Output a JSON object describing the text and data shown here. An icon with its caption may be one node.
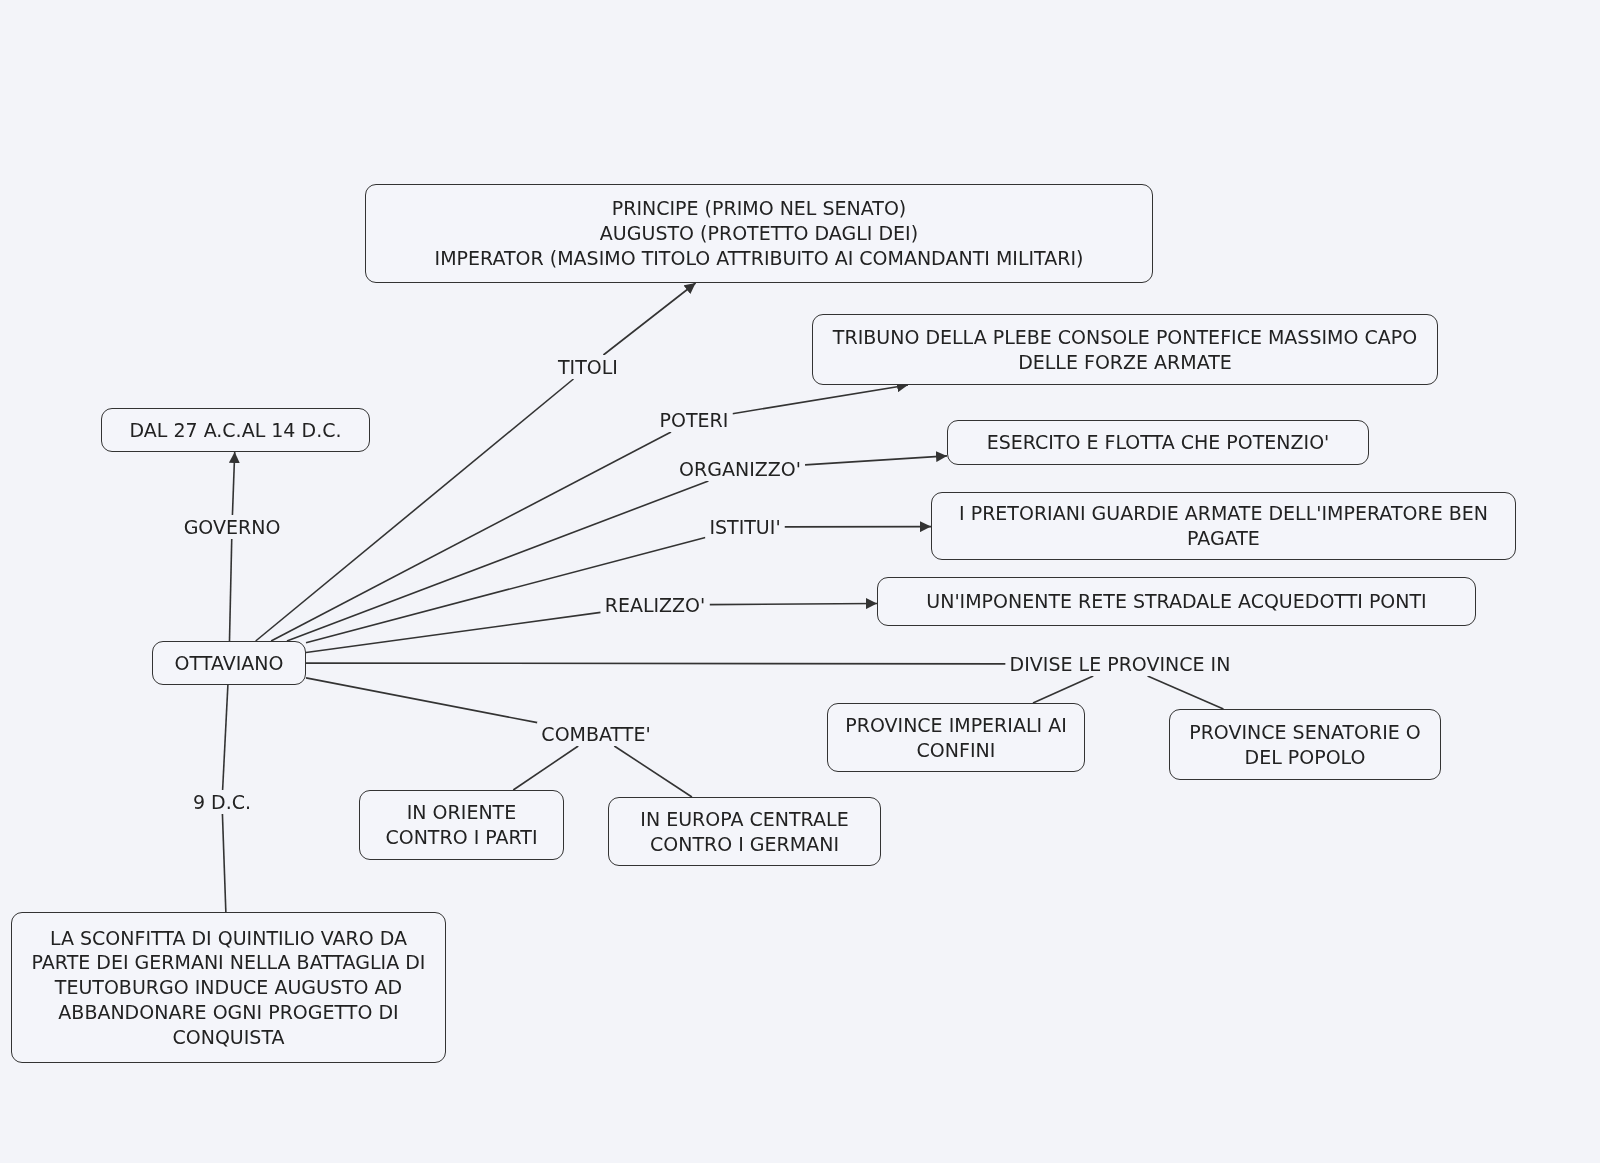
{
  "diagram": {
    "nodes": [
      {
        "text": [
          "PRINCIPE (PRIMO NEL SENATO)",
          "AUGUSTO (PROTETTO DAGLI DEI)",
          "IMPERATOR (MASIMO TITOLO ATTRIBUITO AI COMANDANTI MILITARI)"
        ]
      },
      {
        "text": [
          "TRIBUNO DELLA PLEBE CONSOLE PONTEFICE MASSIMO CAPO DELLE FORZE ARMATE"
        ]
      },
      {
        "text": [
          "TITOLI"
        ]
      },
      {
        "text": [
          "DAL 27 A.C.AL 14 D.C."
        ]
      },
      {
        "text": [
          "POTERI"
        ]
      },
      {
        "text": [
          "ESERCITO E FLOTTA CHE POTENZIO'"
        ]
      },
      {
        "text": [
          "ORGANIZZO'"
        ]
      },
      {
        "text": [
          "ISTITUI'"
        ]
      },
      {
        "text": [
          "I PRETORIANI GUARDIE ARMATE DELL'IMPERATORE BEN PAGATE"
        ]
      },
      {
        "text": [
          "GOVERNO"
        ]
      },
      {
        "text": [
          "REALIZZO'"
        ]
      },
      {
        "text": [
          "UN'IMPONENTE RETE STRADALE ACQUEDOTTI PONTI"
        ]
      },
      {
        "text": [
          "OTTAVIANO"
        ]
      },
      {
        "text": [
          "DIVISE LE PROVINCE IN"
        ]
      },
      {
        "text": [
          "PROVINCE IMPERIALI AI CONFINI"
        ]
      },
      {
        "text": [
          "PROVINCE SENATORIE O DEL POPOLO"
        ]
      },
      {
        "text": [
          "COMBATTE'"
        ]
      },
      {
        "text": [
          "9 D.C."
        ]
      },
      {
        "text": [
          "IN ORIENTE CONTRO I PARTI"
        ]
      },
      {
        "text": [
          "IN EUROPA CENTRALE CONTRO I GERMANI"
        ]
      },
      {
        "text": [
          "LA SCONFITTA DI QUINTILIO VARO DA PARTE DEI GERMANI NELLA BATTAGLIA DI TEUTOBURGO INDUCE AUGUSTO AD ABBANDONARE OGNI PROGETTO DI CONQUISTA"
        ]
      }
    ],
    "edges": [
      {
        "from": 12,
        "to": 2,
        "arrow": "none"
      },
      {
        "from": 2,
        "to": 0,
        "arrow": "to"
      },
      {
        "from": 12,
        "to": 4,
        "arrow": "none"
      },
      {
        "from": 4,
        "to": 1,
        "arrow": "to"
      },
      {
        "from": 12,
        "to": 6,
        "arrow": "none"
      },
      {
        "from": 6,
        "to": 5,
        "arrow": "to"
      },
      {
        "from": 12,
        "to": 7,
        "arrow": "none"
      },
      {
        "from": 7,
        "to": 8,
        "arrow": "to"
      },
      {
        "from": 12,
        "to": 10,
        "arrow": "none"
      },
      {
        "from": 10,
        "to": 11,
        "arrow": "to"
      },
      {
        "from": 12,
        "to": 9,
        "arrow": "none"
      },
      {
        "from": 9,
        "to": 3,
        "arrow": "to"
      },
      {
        "from": 12,
        "to": 13,
        "arrow": "none"
      },
      {
        "from": 13,
        "to": 14,
        "arrow": "none"
      },
      {
        "from": 13,
        "to": 15,
        "arrow": "none"
      },
      {
        "from": 12,
        "to": 16,
        "arrow": "none"
      },
      {
        "from": 16,
        "to": 18,
        "arrow": "none"
      },
      {
        "from": 16,
        "to": 19,
        "arrow": "none"
      },
      {
        "from": 20,
        "to": 17,
        "arrow": "none"
      },
      {
        "from": 17,
        "to": 12,
        "arrow": "none"
      }
    ]
  }
}
